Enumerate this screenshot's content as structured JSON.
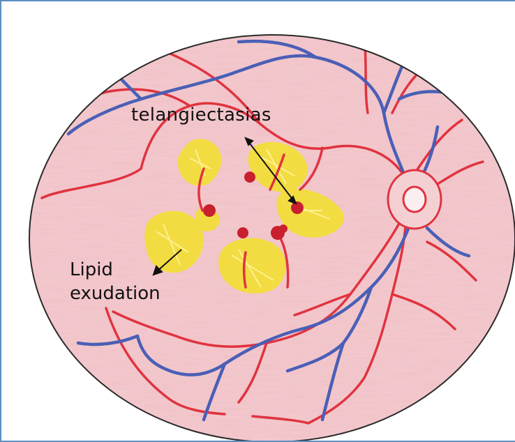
{
  "labels": {
    "telangiectasias": "telangiectasias",
    "lipid_line1": "Lipid",
    "lipid_line2": "exudation"
  },
  "colors": {
    "retina_fill": "#f2c9cd",
    "retina_outline": "#2a2a2a",
    "artery": "#e0333f",
    "vein": "#4a5fb6",
    "exudate": "#f3e12a",
    "telangiectasia": "#c8202e",
    "frame": "#5b8fc4"
  }
}
